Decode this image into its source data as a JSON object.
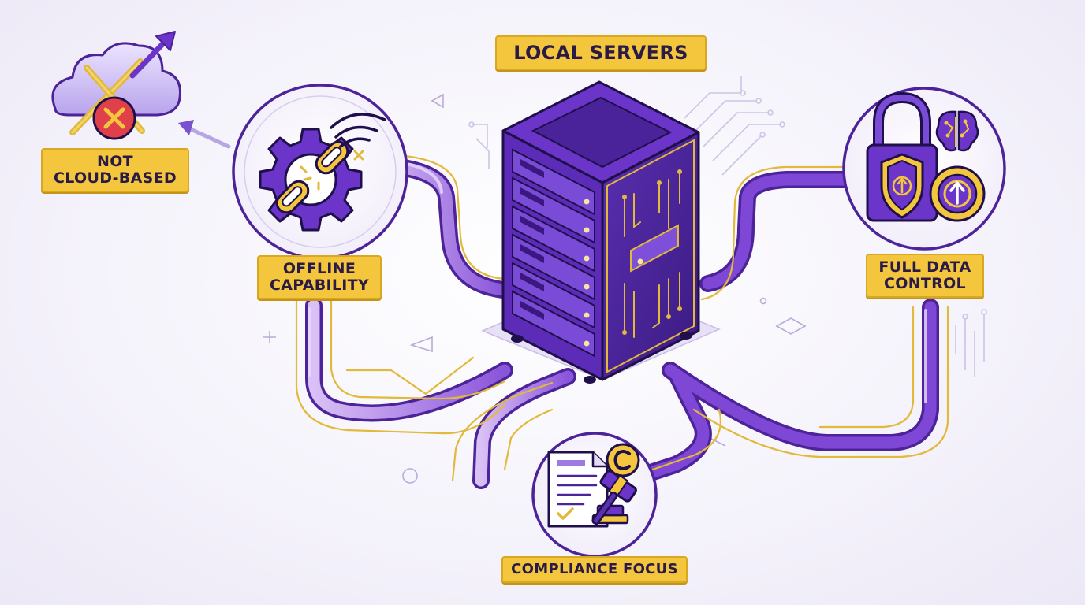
{
  "title": "LOCAL SERVERS",
  "features": {
    "offline": [
      "OFFLINE",
      "CAPABILITY"
    ],
    "not_cloud": [
      "NOT",
      "CLOUD-BASED"
    ],
    "full_control": [
      "FULL DATA",
      "CONTROL"
    ],
    "compliance": "COMPLIANCE FOCUS"
  },
  "icon_names": {
    "center": "server-rack-icon",
    "offline": "broken-link-gear-icon",
    "not_cloud": "cloud-crossed-icon",
    "full_control": "lock-shield-brain-icon",
    "compliance": "document-gavel-icon"
  },
  "colors": {
    "purple": "#6a35c8",
    "purple_dark": "#3f1d86",
    "purple_light": "#c9a8f2",
    "gold": "#f3c63e",
    "gold_line": "#e2b93a",
    "red": "#e0404a"
  }
}
